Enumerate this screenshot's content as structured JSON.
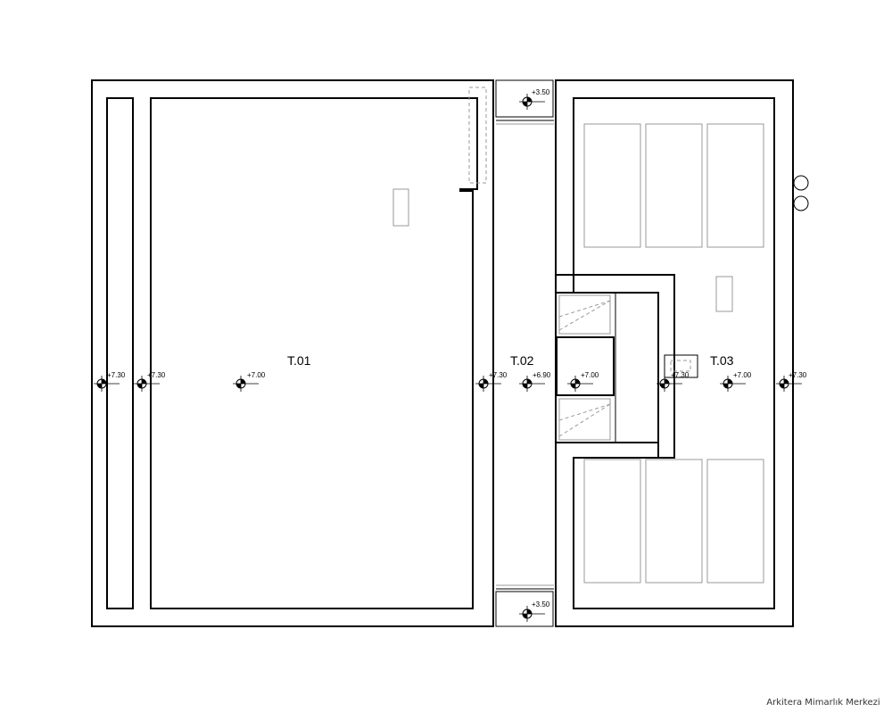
{
  "rooms": [
    {
      "id": "t01",
      "label": "T.01"
    },
    {
      "id": "t02",
      "label": "T.02"
    },
    {
      "id": "t03",
      "label": "T.03"
    }
  ],
  "levels": [
    {
      "id": "l1",
      "text": "+7.30"
    },
    {
      "id": "l2",
      "text": "+7.30"
    },
    {
      "id": "l3",
      "text": "+7.00"
    },
    {
      "id": "l4",
      "text": "+7.30"
    },
    {
      "id": "l5",
      "text": "+6.90"
    },
    {
      "id": "l6",
      "text": "+7.00"
    },
    {
      "id": "l7",
      "text": "+7.30"
    },
    {
      "id": "l8",
      "text": "+7.00"
    },
    {
      "id": "l9",
      "text": "+7.30"
    },
    {
      "id": "l10",
      "text": "+3.50"
    },
    {
      "id": "l11",
      "text": "+3.50"
    }
  ],
  "watermark": "Arkitera Mimarlık Merkezi"
}
